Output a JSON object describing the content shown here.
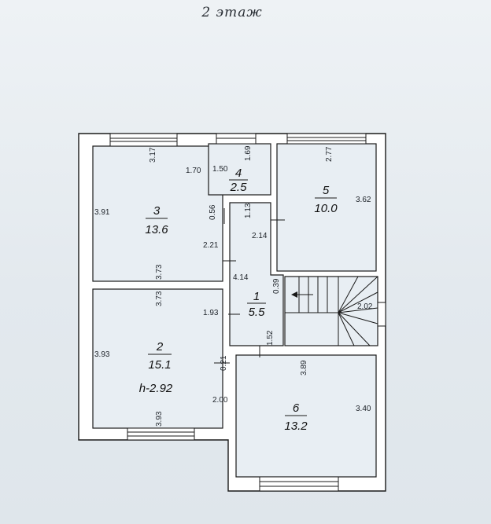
{
  "floor_title": "2 этаж",
  "rooms": [
    {
      "number": "1",
      "area": "5.5"
    },
    {
      "number": "2",
      "area": "15.1",
      "height_note": "h-2.92"
    },
    {
      "number": "3",
      "area": "13.6"
    },
    {
      "number": "4",
      "area": "2.5"
    },
    {
      "number": "5",
      "area": "10.0"
    },
    {
      "number": "6",
      "area": "13.2"
    }
  ],
  "dimensions": {
    "r3_top": "3.17",
    "r3_left": "3.91",
    "r3_right_upper": "0.56",
    "r3_right_lower": "2.21",
    "r3_bottom": "3.73",
    "r4_left_ext": "1.70",
    "r4_left": "1.50",
    "r4_top": "1.69",
    "r4_bottom": "1.13",
    "r5_top": "2.77",
    "r5_right": "3.62",
    "r5_left": "2.14",
    "r1_left": "4.14",
    "r1_top_right": "0.39",
    "r1_bottom_left": "1.93",
    "r1_bottom": "1.52",
    "r2_top": "3.73",
    "r2_left": "3.93",
    "r2_right": "0.21",
    "r2_right_lower": "2.00",
    "r2_bottom": "3.93",
    "stair": "2.02",
    "r6_top": "3.89",
    "r6_right": "3.40"
  }
}
